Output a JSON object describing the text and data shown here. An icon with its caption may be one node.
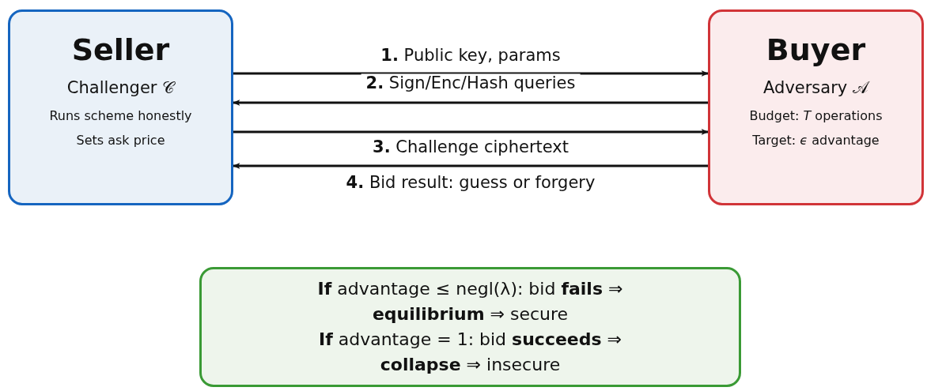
{
  "diagram": {
    "nodes": [
      {
        "text": [
          "Seller",
          "Challenger 𝒞",
          "Runs scheme honestly",
          "Sets ask price"
        ]
      },
      {
        "text": [
          "Buyer",
          "Adversary 𝒜",
          "Budget: *T* operations",
          "Target: *ϵ* advantage"
        ]
      },
      {
        "text": [
          "**If** advantage ≤ negl(λ): bid **fails** ⇒ **equilibrium** ⇒ secure",
          "**If** advantage = 1: bid **succeeds** ⇒ **collapse** ⇒ insecure"
        ]
      }
    ],
    "edges": [
      {
        "from": 0,
        "to": 1,
        "arrow": "to",
        "label": "**1.** Public key, params"
      },
      {
        "from": 1,
        "to": 0,
        "arrow": "to",
        "label": "**2.** Sign/Enc/Hash queries"
      },
      {
        "from": 0,
        "to": 1,
        "arrow": "to",
        "label": "**3.** Challenge ciphertext"
      },
      {
        "from": 1,
        "to": 0,
        "arrow": "to",
        "label": "**4.** Bid result: guess or forgery"
      }
    ]
  }
}
